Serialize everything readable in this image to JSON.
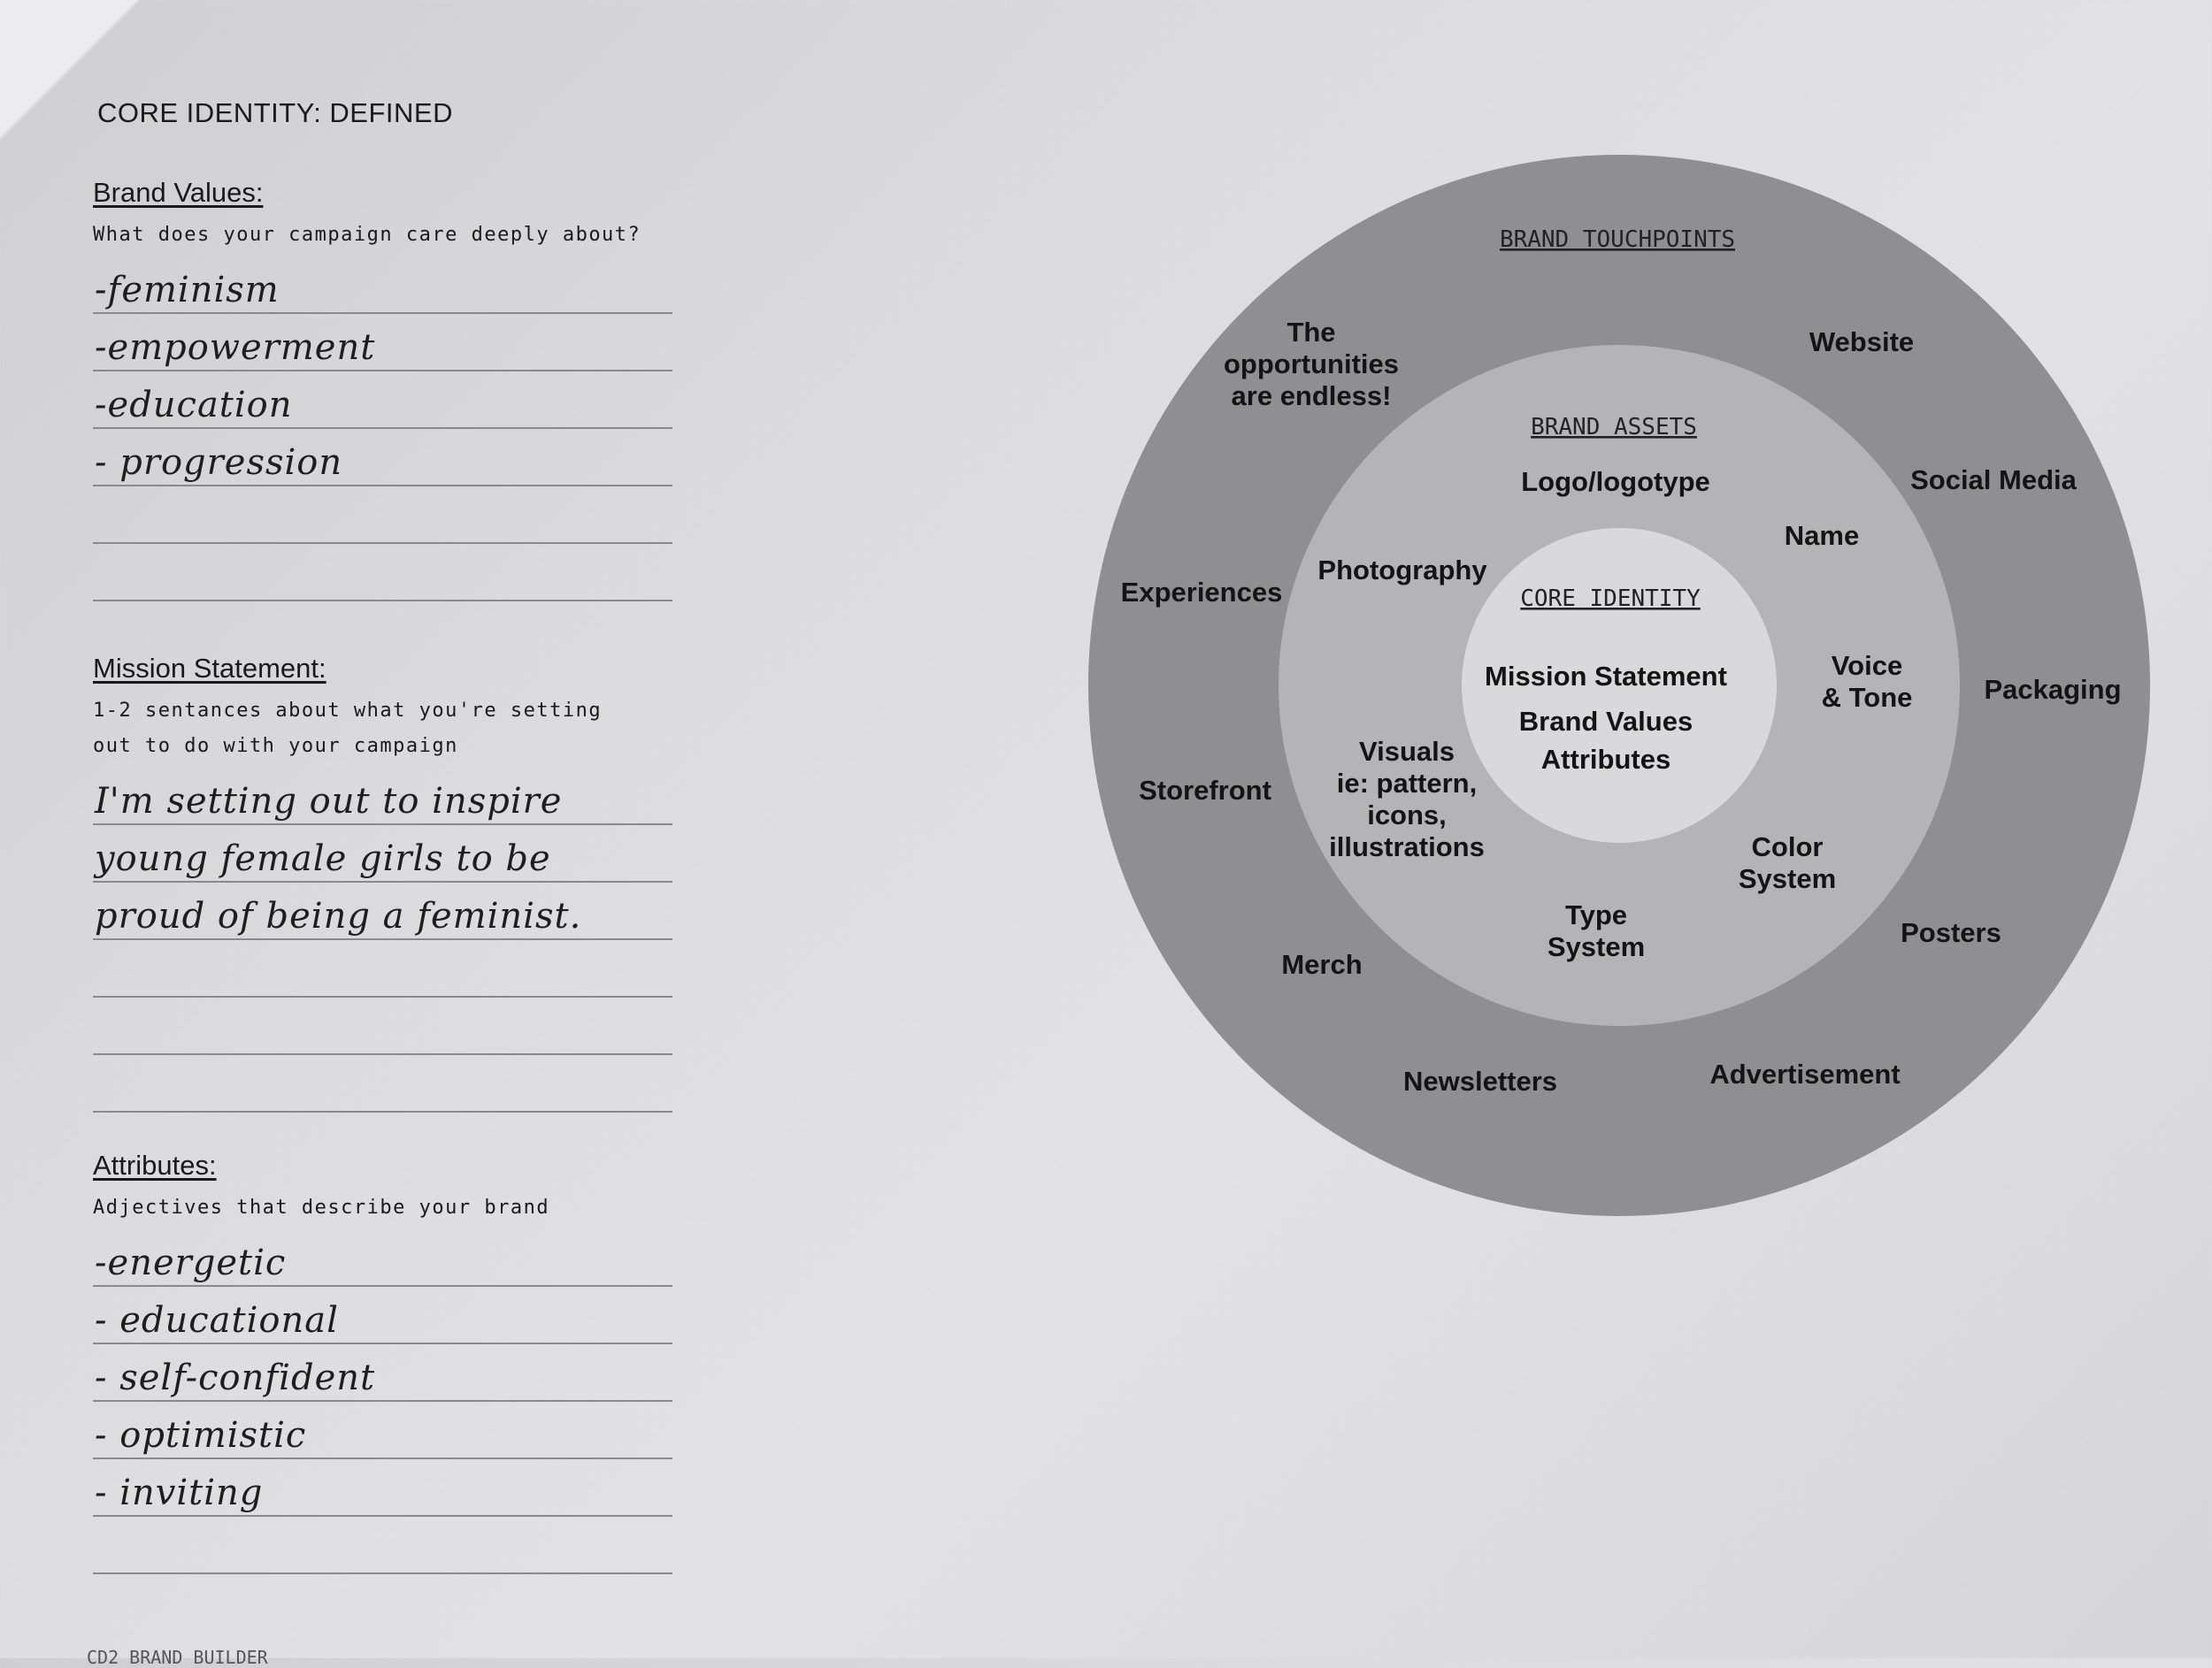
{
  "page": {
    "title": "CORE IDENTITY: DEFINED",
    "footer": "CD2 BRAND BUILDER"
  },
  "worksheet": {
    "brand_values": {
      "heading": "Brand Values:",
      "prompt": "What does your campaign care deeply about?",
      "answers": [
        "-feminism",
        "-empowerment",
        "-education",
        "- progression",
        "",
        ""
      ]
    },
    "mission_statement": {
      "heading": "Mission Statement:",
      "prompt": "1-2 sentances about what you're setting\nout to do with your campaign",
      "answers": [
        "I'm setting out to inspire",
        "young female girls to be",
        "proud of being a feminist.",
        "",
        "",
        ""
      ]
    },
    "attributes": {
      "heading": "Attributes:",
      "prompt": "Adjectives that describe your brand",
      "answers": [
        "-energetic",
        "- educational",
        "- self-confident",
        "- optimistic",
        "- inviting",
        ""
      ]
    }
  },
  "diagram": {
    "colors": {
      "outer": "#8f8f92",
      "middle": "#b4b4b7",
      "core": "#d9d9db"
    },
    "touchpoints": {
      "title": "BRAND TOUCHPOINTS",
      "items": [
        "The\nopportunities\nare endless!",
        "Website",
        "Social Media",
        "Packaging",
        "Posters",
        "Advertisement",
        "Newsletters",
        "Merch",
        "Storefront",
        "Experiences"
      ]
    },
    "assets": {
      "title": "BRAND ASSETS",
      "items": [
        "Logo/logotype",
        "Name",
        "Voice\n& Tone",
        "Color\nSystem",
        "Type\nSystem",
        "Visuals\nie: pattern,\nicons,\nillustrations",
        "Photography"
      ]
    },
    "core": {
      "title": "CORE IDENTITY",
      "items": [
        "Mission Statement",
        "Brand Values",
        "Attributes"
      ]
    }
  }
}
